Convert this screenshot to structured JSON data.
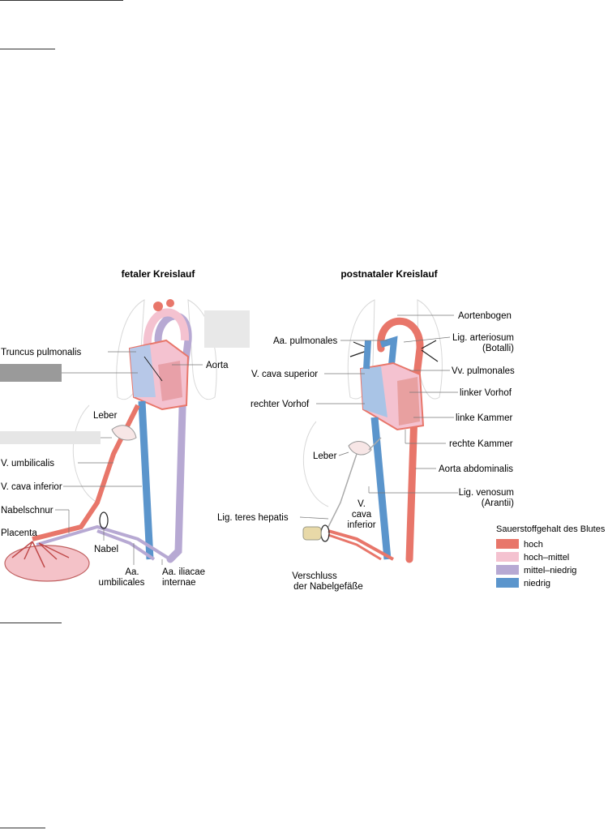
{
  "colors": {
    "hoch": "#e8766a",
    "hoch_mittel": "#f4c2d0",
    "mittel_niedrig": "#b7a9d3",
    "niedrig": "#5b95cc",
    "lung": "#d8d8d8"
  },
  "fetal": {
    "title": "fetaler Kreislauf",
    "labels": {
      "truncus": "Truncus pulmonalis",
      "aorta": "Aorta",
      "leber": "Leber",
      "v_umbilicalis": "V. umbilicalis",
      "v_cava_inferior": "V. cava inferior",
      "nabelschnur": "Nabelschnur",
      "placenta": "Placenta",
      "nabel": "Nabel",
      "aa_umbilicales_1": "Aa.",
      "aa_umbilicales_2": "umbilicales",
      "aa_iliacae_1": "Aa. iliacae",
      "aa_iliacae_2": "internae"
    }
  },
  "post": {
    "title": "postnataler  Kreislauf",
    "labels": {
      "aortenbogen": "Aortenbogen",
      "aa_pulmonales": "Aa. pulmonales",
      "lig_arteriosum_1": "Lig. arteriosum",
      "lig_arteriosum_2": "(Botalli)",
      "v_cava_superior": "V.  cava superior",
      "vv_pulmonales": "Vv. pulmonales",
      "rechter_vorhof": "rechter Vorhof",
      "linker_vorhof": "linker Vorhof",
      "linke_kammer": "linke Kammer",
      "rechte_kammer": "rechte Kammer",
      "leber": "Leber",
      "aorta_abdominalis": "Aorta abdominalis",
      "lig_venosum_1": "Lig. venosum",
      "lig_venosum_2": "(Arantii)",
      "lig_teres": "Lig. teres hepatis",
      "v_cava_1": "V.",
      "v_cava_2": "cava",
      "v_cava_3": "inferior",
      "verschluss_1": "Verschluss",
      "verschluss_2": "der Nabelgefäße"
    }
  },
  "legend": {
    "title": "Sauerstoffgehalt des Blutes",
    "items": [
      {
        "label": "hoch",
        "color": "#e8766a"
      },
      {
        "label": "hoch–mittel",
        "color": "#f4c2d0"
      },
      {
        "label": "mittel–niedrig",
        "color": "#b7a9d3"
      },
      {
        "label": "niedrig",
        "color": "#5b95cc"
      }
    ]
  }
}
